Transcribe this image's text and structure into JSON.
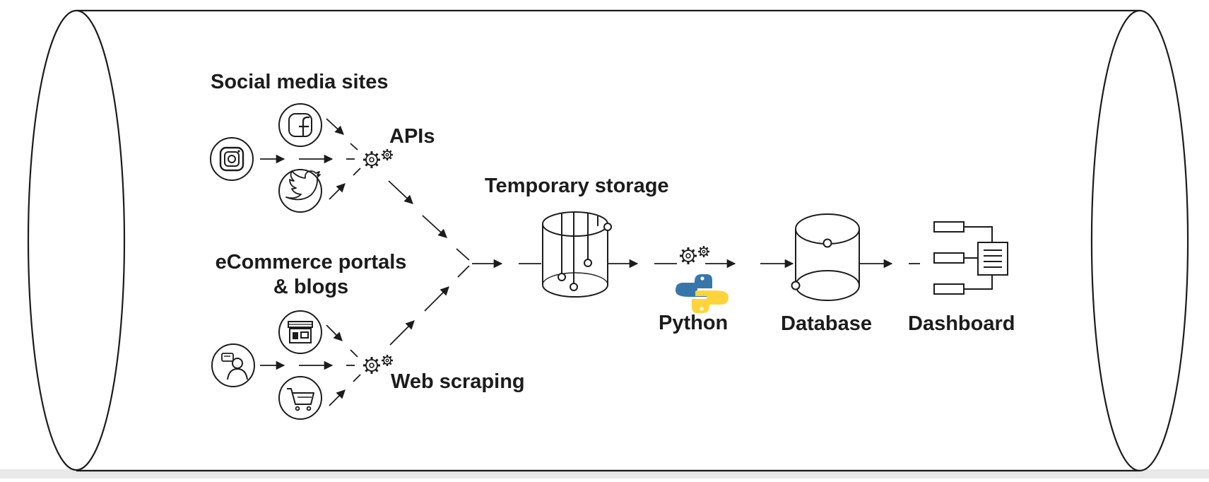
{
  "diagram": {
    "sources": {
      "social": {
        "title": "Social media sites",
        "icons": [
          "facebook-icon",
          "instagram-icon",
          "twitter-icon"
        ]
      },
      "ecommerce": {
        "title_line1": "eCommerce portals",
        "title_line2": "& blogs",
        "icons": [
          "storefront-icon",
          "blogger-icon",
          "shopping-cart-icon"
        ]
      }
    },
    "apis_label": "APIs",
    "web_scraping_label": "Web scraping",
    "temporary_storage_label": "Temporary storage",
    "python_label": "Python",
    "database_label": "Database",
    "dashboard_label": "Dashboard"
  },
  "colors": {
    "stroke": "#1c1c1c",
    "python_blue": "#3776ab",
    "python_yellow": "#ffd43b",
    "background": "#ffffff",
    "bottom_bar": "#e8e8e8"
  }
}
